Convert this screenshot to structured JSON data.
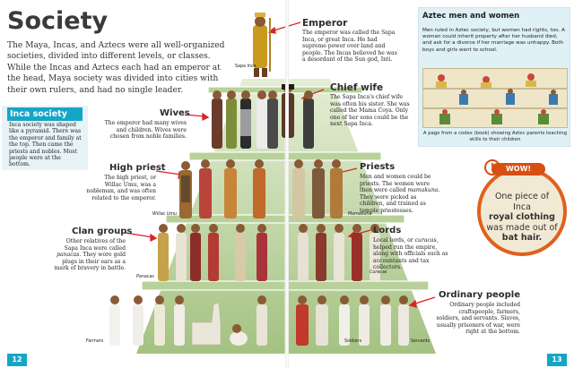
{
  "left_page": {
    "title": "Society",
    "intro": "The Maya, Incas, and Aztecs were all well-organized societies, divided into different levels, or classes. While the Incas and Aztecs each had an emperor at the head, Maya society was divided into cities with their own rulers, and had no single leader.",
    "inca_society": {
      "title": "Inca society",
      "body": "Inca society was shaped like a pyramid. There was the emperor and family at the top. Then came the priests and nobles. Most people were at the bottom."
    },
    "page_number": "12"
  },
  "levels": {
    "emperor": {
      "label": "Emperor",
      "text": "The emperor was called the Sapa Inca, or great Inca. He had supreme power over land and people. The Incas believed he was a desordant of the Sun god, Inti.",
      "tag": "Sapa Inca"
    },
    "chief_wife": {
      "label": "Chief wife",
      "text": "The Sapa Inca's chief wife was often his sister. She was called the Mama Coya. Only one of her sons could be the next Sapa Inca."
    },
    "wives": {
      "label": "Wives",
      "text": "The emperor had many wives and children. Wives were chosen from noble families."
    },
    "high_priest": {
      "label": "High priest",
      "text": "The high priest, or Willac Umu, was a nobleman, and was often related to the emperor.",
      "tag": "Willac Umu"
    },
    "priests": {
      "label": "Priests",
      "text_a": "Men and women could be priests. The women were then were called ",
      "text_em": "mamakuna",
      "text_b": ". They were picked as children, and trained as temple priestesses.",
      "tag": "Mamakuna"
    },
    "clan_groups": {
      "label": "Clan groups",
      "text_a": "Other relatives of the Sapa Inca were called ",
      "text_em": "panacas",
      "text_b": ". They wore gold plugs in their ears as a mark of bravery in battle.",
      "tag": "Panacas"
    },
    "lords": {
      "label": "Lords",
      "text_a": "Local lords, or ",
      "text_em": "curacas",
      "text_b": ", helped run the empire, along with officials such as accountants and tax collectors.",
      "tag": "Curacas"
    },
    "ordinary": {
      "label": "Ordinary people",
      "text": "Ordinary people included craftspeople, farmers, soldiers, and servants. Slaves, usually prisoners of war, were right at the bottom.",
      "tags": [
        "Farmers",
        "Soldiers",
        "Servants"
      ]
    }
  },
  "right_page": {
    "aztec": {
      "title": "Aztec men and women",
      "body": "Men ruled in Aztec society, but women had rights, too. A woman could inherit property after her husband died, and ask for a divorce if her marriage was unhappy. Both boys and girls went to school.",
      "caption": "A page from a codex (book) showing Aztec parents teaching skills to their children"
    },
    "wow": {
      "badge": "WOW!",
      "exclaim": "!",
      "line1": "One piece of Inca",
      "line2": "royal clothing",
      "line3": "was made out of",
      "line4": "bat hair."
    },
    "page_number": "13"
  },
  "colors": {
    "accent": "#15a6c6",
    "arrow": "#d8232a",
    "wow": "#e0601c",
    "pyramid_top": "#d9e7c8",
    "pyramid_bottom": "#9fbf7c"
  }
}
